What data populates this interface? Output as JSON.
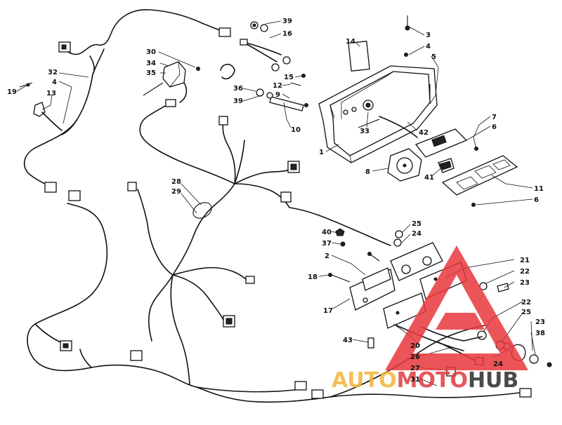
{
  "callouts": [
    {
      "id": "c39a",
      "text": "39"
    },
    {
      "id": "c16",
      "text": "16"
    },
    {
      "id": "c3",
      "text": "3"
    },
    {
      "id": "c4a",
      "text": "4"
    },
    {
      "id": "c5",
      "text": "5"
    },
    {
      "id": "c14",
      "text": "14"
    },
    {
      "id": "c30",
      "text": "30"
    },
    {
      "id": "c34",
      "text": "34"
    },
    {
      "id": "c35",
      "text": "35"
    },
    {
      "id": "c32",
      "text": "32"
    },
    {
      "id": "c4b",
      "text": "4"
    },
    {
      "id": "c13",
      "text": "13"
    },
    {
      "id": "c19",
      "text": "19"
    },
    {
      "id": "c12",
      "text": "12"
    },
    {
      "id": "c15",
      "text": "15"
    },
    {
      "id": "c9",
      "text": "9"
    },
    {
      "id": "c36",
      "text": "36"
    },
    {
      "id": "c39b",
      "text": "39"
    },
    {
      "id": "c10",
      "text": "10"
    },
    {
      "id": "c33",
      "text": "33"
    },
    {
      "id": "c42",
      "text": "42"
    },
    {
      "id": "c1",
      "text": "1"
    },
    {
      "id": "c7",
      "text": "7"
    },
    {
      "id": "c6a",
      "text": "6"
    },
    {
      "id": "c8",
      "text": "8"
    },
    {
      "id": "c41",
      "text": "41"
    },
    {
      "id": "c11",
      "text": "11"
    },
    {
      "id": "c6b",
      "text": "6"
    },
    {
      "id": "c28",
      "text": "28"
    },
    {
      "id": "c29",
      "text": "29"
    },
    {
      "id": "c25a",
      "text": "25"
    },
    {
      "id": "c24a",
      "text": "24"
    },
    {
      "id": "c40",
      "text": "40"
    },
    {
      "id": "c37",
      "text": "37"
    },
    {
      "id": "c2",
      "text": "2"
    },
    {
      "id": "c18",
      "text": "18"
    },
    {
      "id": "c21",
      "text": "21"
    },
    {
      "id": "c22a",
      "text": "22"
    },
    {
      "id": "c23a",
      "text": "23"
    },
    {
      "id": "c17",
      "text": "17"
    },
    {
      "id": "c22b",
      "text": "22"
    },
    {
      "id": "c25b",
      "text": "25"
    },
    {
      "id": "c23b",
      "text": "23"
    },
    {
      "id": "c38",
      "text": "38"
    },
    {
      "id": "c43",
      "text": "43"
    },
    {
      "id": "c20",
      "text": "20"
    },
    {
      "id": "c26",
      "text": "26"
    },
    {
      "id": "c24b",
      "text": "24"
    },
    {
      "id": "c27",
      "text": "27"
    },
    {
      "id": "c31",
      "text": "31"
    }
  ],
  "watermark": {
    "part1": "AUTO",
    "part2": "MOTO",
    "part3": "HUB",
    "color1": "#f2b43a",
    "color2": "#e23b3b",
    "color3": "#2b2b2b"
  },
  "colors": {
    "line": "#111111",
    "triangle": "#e8383d"
  }
}
